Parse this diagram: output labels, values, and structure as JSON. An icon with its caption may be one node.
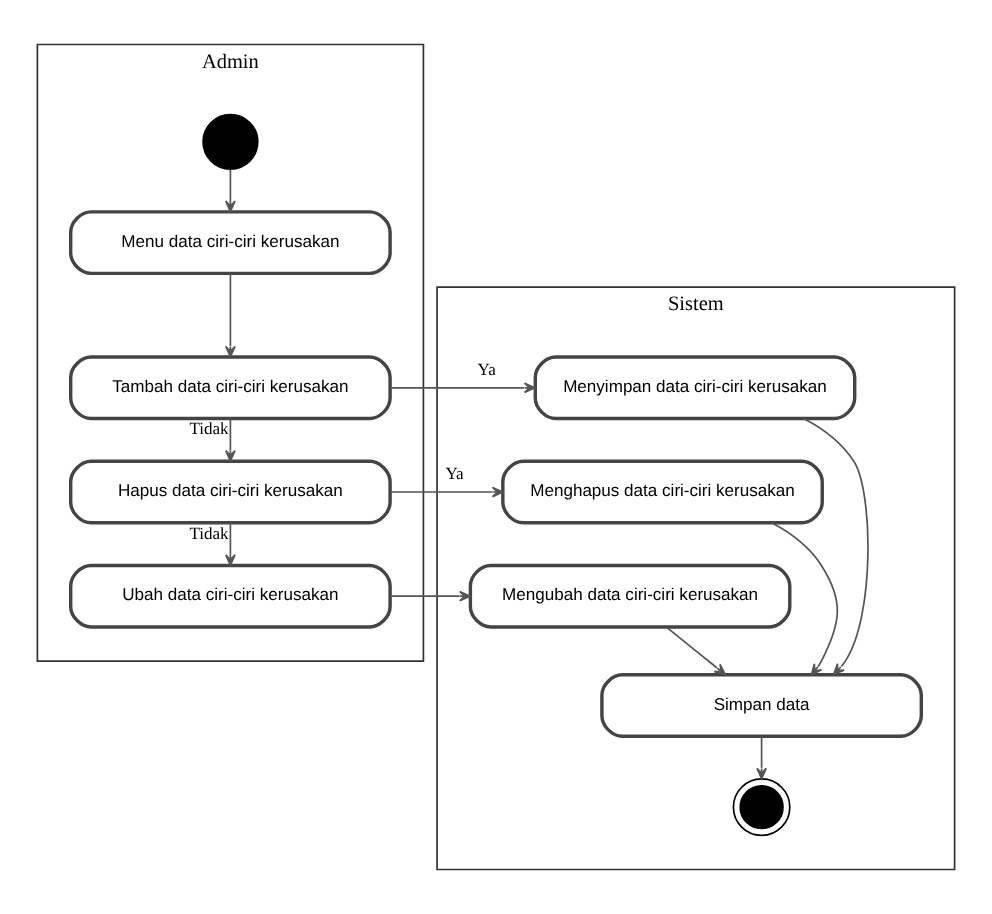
{
  "diagram": {
    "nodes": [
      {
        "text": [
          "Admin"
        ]
      },
      {
        "text": [
          "Sistem"
        ]
      },
      {
        "text": [],
        "shape": "circle",
        "in": 0
      },
      {
        "text": [
          "Menu data ciri-ciri kerusakan"
        ],
        "in": 0
      },
      {
        "text": [
          "Tambah data ciri-ciri kerusakan"
        ],
        "in": 0
      },
      {
        "text": [
          "Hapus data ciri-ciri kerusakan"
        ],
        "in": 0
      },
      {
        "text": [
          "Ubah data ciri-ciri kerusakan"
        ],
        "in": 0
      },
      {
        "text": [
          "Menyimpan data ciri-ciri kerusakan"
        ],
        "in": 1
      },
      {
        "text": [
          "Menghapus data ciri-ciri kerusakan"
        ],
        "in": 1
      },
      {
        "text": [
          "Mengubah data ciri-ciri kerusakan"
        ],
        "in": 1
      },
      {
        "text": [
          "Simpan data"
        ],
        "in": 1
      },
      {
        "text": [],
        "shape": "circle",
        "in": 1
      }
    ],
    "edges": [
      {
        "from": 2,
        "to": 3,
        "arrow": "to"
      },
      {
        "from": 3,
        "to": 4,
        "arrow": "to"
      },
      {
        "from": 4,
        "to": 7,
        "arrow": "to",
        "label": "Ya"
      },
      {
        "from": 4,
        "to": 5,
        "arrow": "to",
        "label": "Tidak"
      },
      {
        "from": 5,
        "to": 8,
        "arrow": "to",
        "label": "Ya"
      },
      {
        "from": 5,
        "to": 6,
        "arrow": "to",
        "label": "Tidak"
      },
      {
        "from": 6,
        "to": 9,
        "arrow": "to"
      },
      {
        "from": 7,
        "to": 10,
        "arrow": "to"
      },
      {
        "from": 8,
        "to": 10,
        "arrow": "to"
      },
      {
        "from": 9,
        "to": 10,
        "arrow": "to"
      },
      {
        "from": 10,
        "to": 11,
        "arrow": "to"
      }
    ]
  }
}
